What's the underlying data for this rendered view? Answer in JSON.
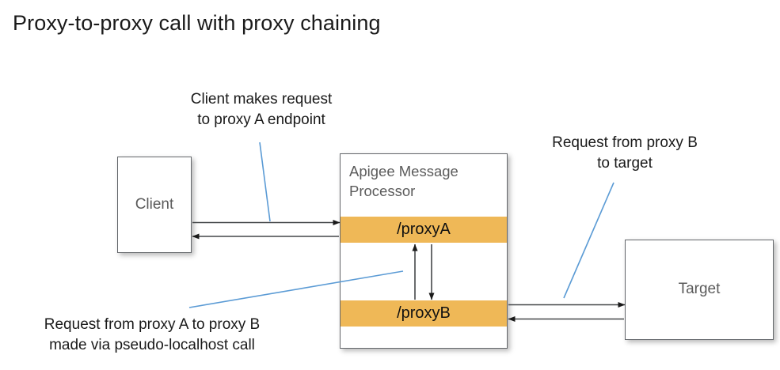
{
  "title": "Proxy-to-proxy call with proxy chaining",
  "nodes": {
    "client": {
      "label": "Client"
    },
    "target": {
      "label": "Target"
    },
    "message_processor": {
      "title": "Apigee Message\nProcessor",
      "title_line1": "Apigee Message",
      "title_line2": "Processor",
      "proxy_a": "/proxyA",
      "proxy_b": "/proxyB"
    }
  },
  "annotations": {
    "client_request": {
      "line1": "Client makes request",
      "line2": "to proxy A endpoint"
    },
    "target_request": {
      "line1": "Request from proxy B",
      "line2": "to target"
    },
    "chained_request": {
      "line1": "Request from proxy A to proxy B",
      "line2": "made via pseudo-localhost call"
    }
  },
  "flows": [
    {
      "name": "client-to-proxya",
      "from": "Client",
      "to": "/proxyA",
      "direction": "right"
    },
    {
      "name": "proxya-to-client",
      "from": "/proxyA",
      "to": "Client",
      "direction": "left"
    },
    {
      "name": "proxya-to-proxyb",
      "from": "/proxyA",
      "to": "/proxyB",
      "direction": "down"
    },
    {
      "name": "proxyb-to-proxya",
      "from": "/proxyB",
      "to": "/proxyA",
      "direction": "up"
    },
    {
      "name": "proxyb-to-target",
      "from": "/proxyB",
      "to": "Target",
      "direction": "right"
    },
    {
      "name": "target-to-proxyb",
      "from": "Target",
      "to": "/proxyB",
      "direction": "left"
    }
  ],
  "colors": {
    "proxy_band": "#EFB857",
    "box_border": "#63666A",
    "box_label_text": "#5B5B5B",
    "arrow": "#1A1A1A",
    "leader_line": "#5B9BD5",
    "title_text": "#1A1A1A",
    "background": "#FFFFFF"
  }
}
